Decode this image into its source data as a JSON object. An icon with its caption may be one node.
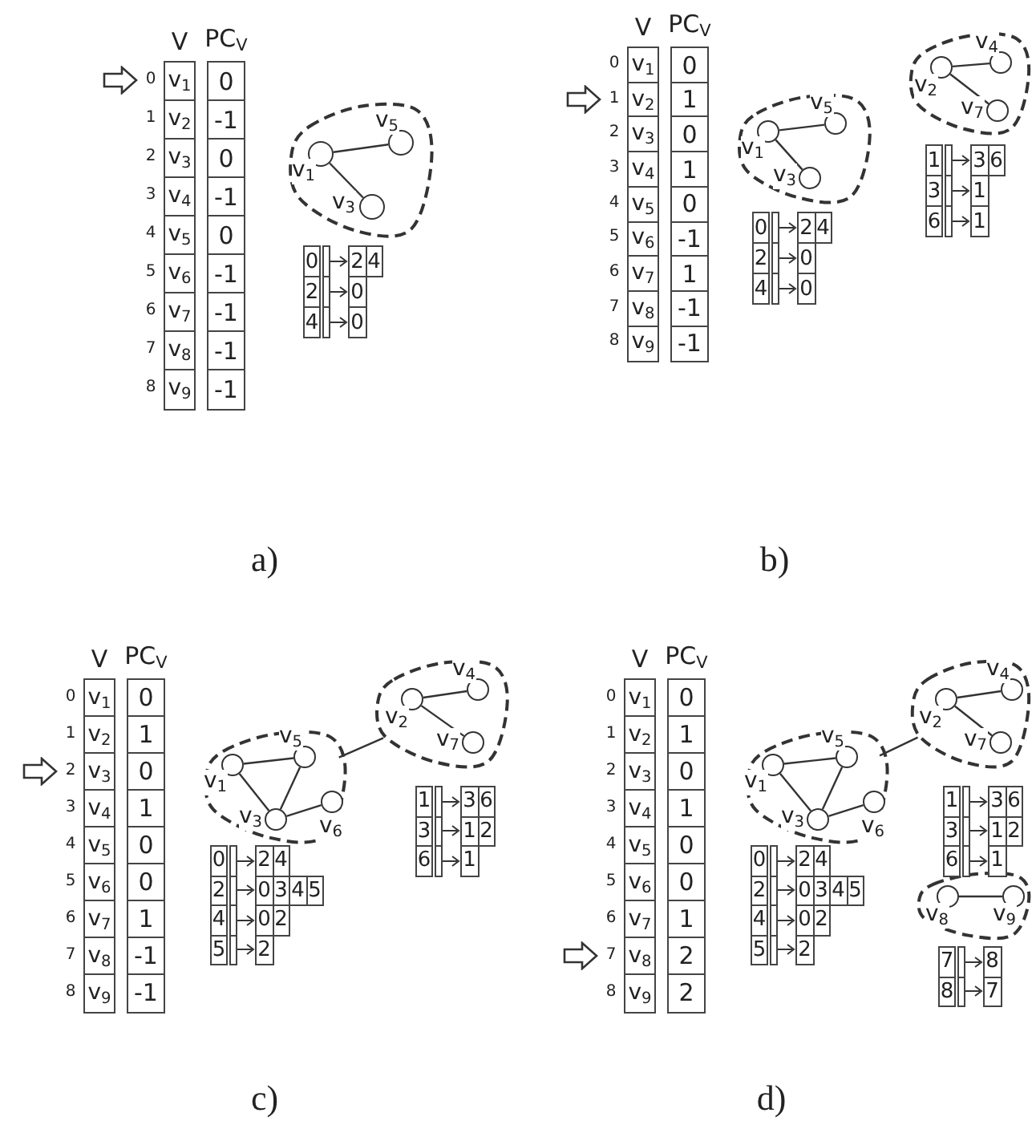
{
  "diagram": {
    "nodes": [
      {
        "text": [],
        "shape": "cloud"
      },
      {
        "text": [],
        "shape": "circle",
        "in": 0,
        "beside": [
          "v$_{1}$"
        ]
      },
      {
        "text": [],
        "shape": "circle",
        "in": 0,
        "beside": [
          "v$_{5}$"
        ]
      },
      {
        "text": [],
        "shape": "circle",
        "in": 0,
        "beside": [
          "v$_{3}$"
        ]
      },
      {
        "text": [],
        "shape": "cloud"
      },
      {
        "text": [],
        "shape": "circle",
        "in": 4,
        "beside": [
          "v$_{1}$"
        ]
      },
      {
        "text": [],
        "shape": "circle",
        "in": 4,
        "beside": [
          "v$_{5}$"
        ]
      },
      {
        "text": [],
        "shape": "circle",
        "in": 4,
        "beside": [
          "v$_{3}$"
        ]
      },
      {
        "text": [],
        "shape": "cloud"
      },
      {
        "text": [],
        "shape": "circle",
        "in": 8,
        "beside": [
          "v$_{2}$"
        ]
      },
      {
        "text": [],
        "shape": "circle",
        "in": 8,
        "beside": [
          "v$_{4}$"
        ]
      },
      {
        "text": [],
        "shape": "circle",
        "in": 8,
        "beside": [
          "v$_{7}$"
        ]
      },
      {
        "text": [],
        "shape": "cloud"
      },
      {
        "text": [],
        "shape": "circle",
        "in": 12,
        "beside": [
          "v$_{1}$"
        ]
      },
      {
        "text": [],
        "shape": "circle",
        "in": 12,
        "beside": [
          "v$_{5}$"
        ]
      },
      {
        "text": [],
        "shape": "circle",
        "in": 12,
        "beside": [
          "v$_{3}$"
        ]
      },
      {
        "text": [],
        "shape": "circle",
        "in": 12,
        "beside": [
          "v$_{6}$"
        ]
      },
      {
        "text": [],
        "shape": "cloud"
      },
      {
        "text": [],
        "shape": "circle",
        "in": 17,
        "beside": [
          "v$_{2}$"
        ]
      },
      {
        "text": [],
        "shape": "circle",
        "in": 17,
        "beside": [
          "v$_{4}$"
        ]
      },
      {
        "text": [],
        "shape": "circle",
        "in": 17,
        "beside": [
          "v$_{7}$"
        ]
      },
      {
        "text": [],
        "shape": "cloud"
      },
      {
        "text": [],
        "shape": "circle",
        "in": 21,
        "beside": [
          "v$_{1}$"
        ]
      },
      {
        "text": [],
        "shape": "circle",
        "in": 21,
        "beside": [
          "v$_{5}$"
        ]
      },
      {
        "text": [],
        "shape": "circle",
        "in": 21,
        "beside": [
          "v$_{3}$"
        ]
      },
      {
        "text": [],
        "shape": "circle",
        "in": 21,
        "beside": [
          "v$_{6}$"
        ]
      },
      {
        "text": [],
        "shape": "cloud"
      },
      {
        "text": [],
        "shape": "circle",
        "in": 26,
        "beside": [
          "v$_{2}$"
        ]
      },
      {
        "text": [],
        "shape": "circle",
        "in": 26,
        "beside": [
          "v$_{4}$"
        ]
      },
      {
        "text": [],
        "shape": "circle",
        "in": 26,
        "beside": [
          "v$_{7}$"
        ]
      },
      {
        "text": [],
        "shape": "cloud"
      },
      {
        "text": [],
        "shape": "circle",
        "in": 30,
        "beside": [
          "v$_{8}$"
        ]
      },
      {
        "text": [],
        "shape": "circle",
        "in": 30,
        "beside": [
          "v$_{9}$"
        ]
      }
    ],
    "edges": [
      {
        "from": 1,
        "to": 2,
        "arrow": "none"
      },
      {
        "from": 1,
        "to": 3,
        "arrow": "none"
      },
      {
        "from": 5,
        "to": 6,
        "arrow": "none"
      },
      {
        "from": 5,
        "to": 7,
        "arrow": "none"
      },
      {
        "from": 9,
        "to": 10,
        "arrow": "none"
      },
      {
        "from": 9,
        "to": 11,
        "arrow": "none"
      },
      {
        "from": 13,
        "to": 14,
        "arrow": "none"
      },
      {
        "from": 13,
        "to": 15,
        "arrow": "none"
      },
      {
        "from": 15,
        "to": 14,
        "arrow": "none"
      },
      {
        "from": 15,
        "to": 16,
        "arrow": "none"
      },
      {
        "from": 18,
        "to": 19,
        "arrow": "none"
      },
      {
        "from": 18,
        "to": 20,
        "arrow": "none"
      },
      {
        "from": 12,
        "to": 17,
        "arrow": "none"
      },
      {
        "from": 22,
        "to": 23,
        "arrow": "none"
      },
      {
        "from": 22,
        "to": 24,
        "arrow": "none"
      },
      {
        "from": 24,
        "to": 23,
        "arrow": "none"
      },
      {
        "from": 24,
        "to": 25,
        "arrow": "none"
      },
      {
        "from": 27,
        "to": 28,
        "arrow": "none"
      },
      {
        "from": 27,
        "to": 29,
        "arrow": "none"
      },
      {
        "from": 21,
        "to": 26,
        "arrow": "none"
      },
      {
        "from": 31,
        "to": 32,
        "arrow": "none"
      }
    ],
    "labels": [
      "V",
      "PC$_{V}$",
      "0",
      "v$_{1}$",
      "0",
      "1",
      "v$_{2}$",
      "-1",
      "2",
      "v$_{3}$",
      "0",
      "3",
      "v$_{4}$",
      "-1",
      "4",
      "v$_{5}$",
      "0",
      "5",
      "v$_{6}$",
      "-1",
      "6",
      "v$_{7}$",
      "-1",
      "7",
      "v$_{8}$",
      "-1",
      "8",
      "v$_{9}$",
      "-1",
      "0",
      "2",
      "4",
      "2",
      "0",
      "4",
      "0",
      "a)",
      "V",
      "PC$_{V}$",
      "0",
      "v$_{1}$",
      "0",
      "1",
      "v$_{2}$",
      "1",
      "2",
      "v$_{3}$",
      "0",
      "3",
      "v$_{4}$",
      "1",
      "4",
      "v$_{5}$",
      "0",
      "5",
      "v$_{6}$",
      "-1",
      "6",
      "v$_{7}$",
      "1",
      "7",
      "v$_{8}$",
      "-1",
      "8",
      "v$_{9}$",
      "-1",
      "0",
      "2",
      "4",
      "2",
      "0",
      "4",
      "0",
      "1",
      "3",
      "6",
      "3",
      "1",
      "6",
      "1",
      "b)",
      "V",
      "PC$_{V}$",
      "0",
      "v$_{1}$",
      "0",
      "1",
      "v$_{2}$",
      "1",
      "2",
      "v$_{3}$",
      "0",
      "3",
      "v$_{4}$",
      "1",
      "4",
      "v$_{5}$",
      "0",
      "5",
      "v$_{6}$",
      "0",
      "6",
      "v$_{7}$",
      "1",
      "7",
      "v$_{8}$",
      "-1",
      "8",
      "v$_{9}$",
      "-1",
      "0",
      "2",
      "4",
      "2",
      "0",
      "3",
      "4",
      "5",
      "4",
      "0",
      "2",
      "5",
      "2",
      "1",
      "3",
      "6",
      "3",
      "1",
      "2",
      "6",
      "1",
      "c)",
      "V",
      "PC$_{V}$",
      "0",
      "v$_{1}$",
      "0",
      "1",
      "v$_{2}$",
      "1",
      "2",
      "v$_{3}$",
      "0",
      "3",
      "v$_{4}$",
      "1",
      "4",
      "v$_{5}$",
      "0",
      "5",
      "v$_{6}$",
      "0",
      "6",
      "v$_{7}$",
      "1",
      "7",
      "v$_{8}$",
      "2",
      "8",
      "v$_{9}$",
      "2",
      "0",
      "2",
      "4",
      "2",
      "0",
      "3",
      "4",
      "5",
      "4",
      "0",
      "2",
      "5",
      "2",
      "1",
      "3",
      "6",
      "3",
      "1",
      "2",
      "6",
      "1",
      "7",
      "8",
      "8",
      "7",
      "d)"
    ]
  }
}
